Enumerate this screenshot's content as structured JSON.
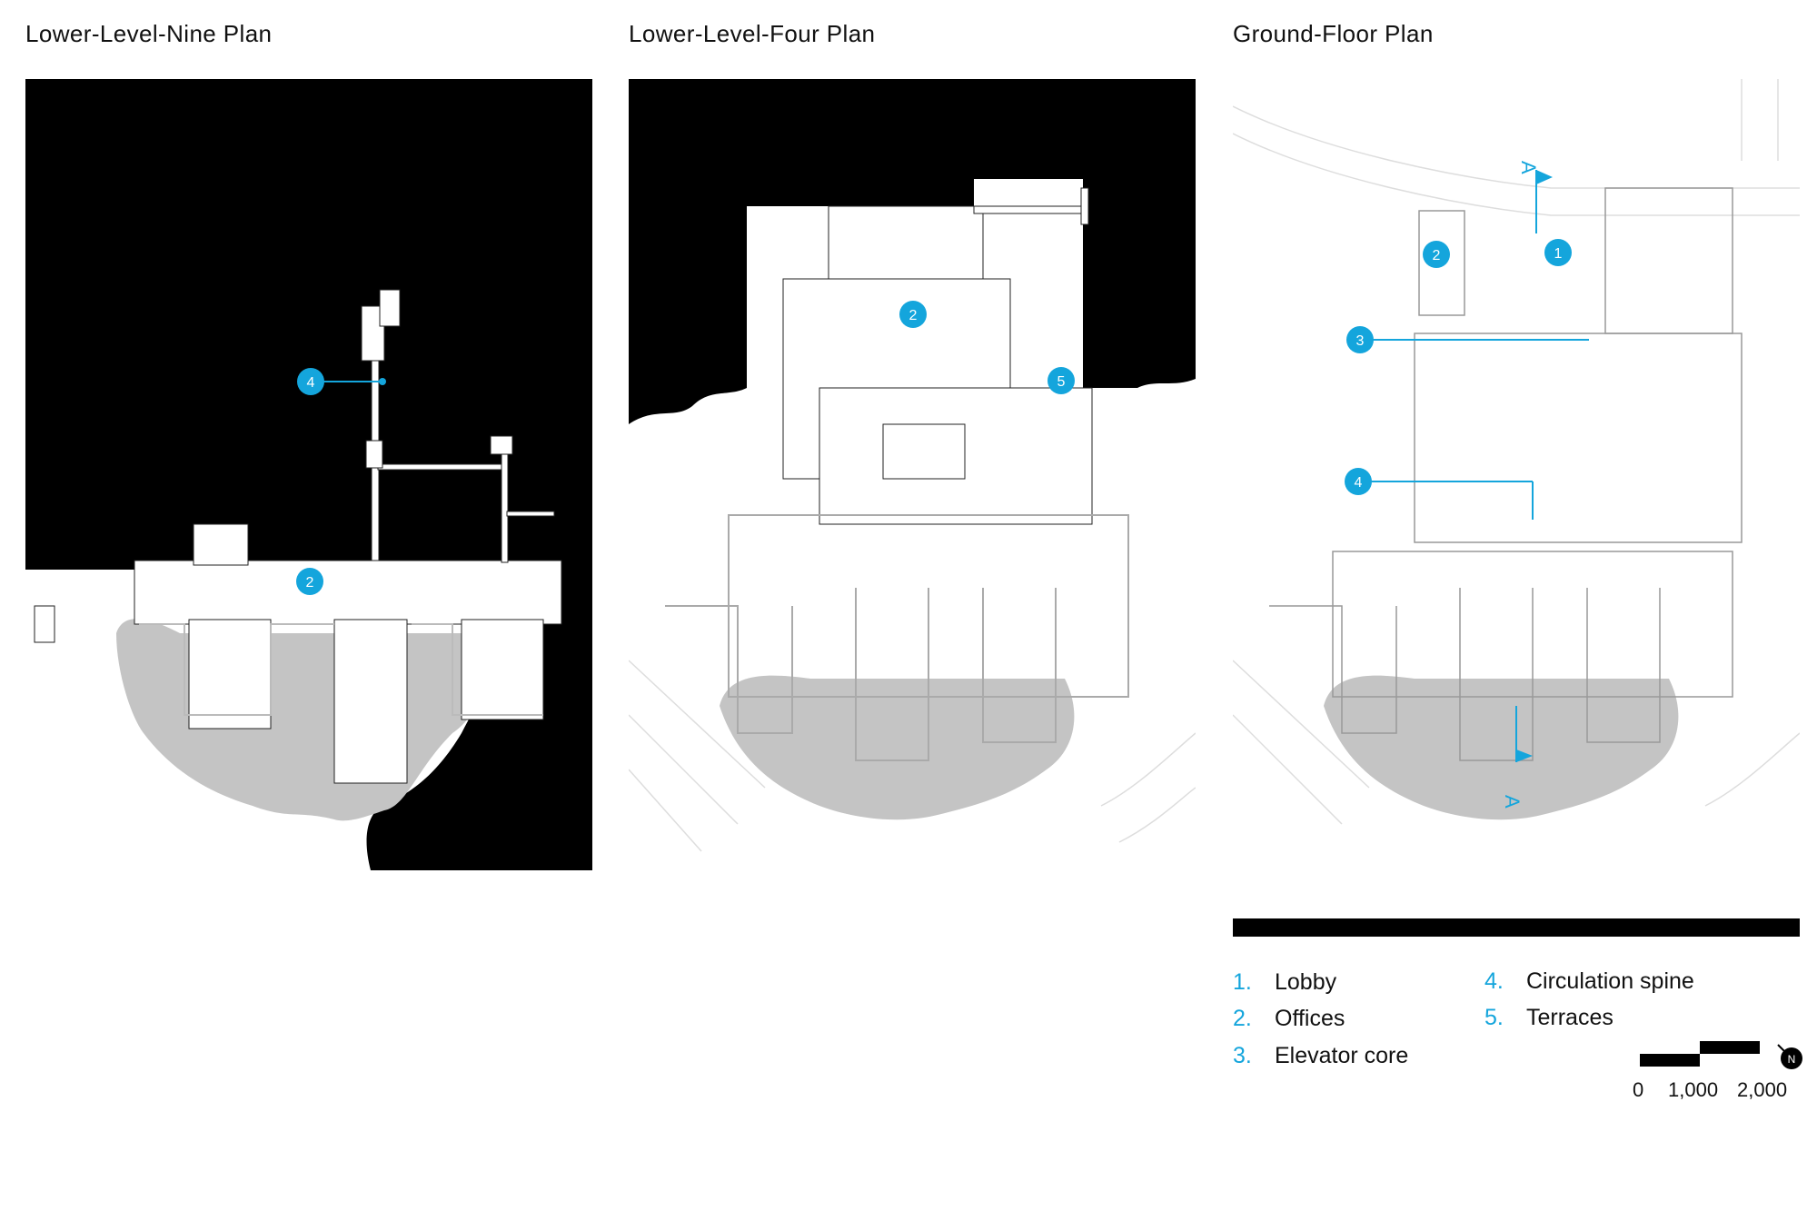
{
  "plans": [
    {
      "title": "Lower-Level-Nine Plan",
      "markers": [
        "4",
        "2"
      ]
    },
    {
      "title": "Lower-Level-Four Plan",
      "markers": [
        "2",
        "5"
      ]
    },
    {
      "title": "Ground-Floor Plan",
      "markers": [
        "1",
        "2",
        "3",
        "4"
      ],
      "section_cut": "A"
    }
  ],
  "legend": [
    {
      "num": "1.",
      "label": "Lobby"
    },
    {
      "num": "2.",
      "label": "Offices"
    },
    {
      "num": "3.",
      "label": "Elevator core"
    },
    {
      "num": "4.",
      "label": "Circulation spine"
    },
    {
      "num": "5.",
      "label": "Terraces"
    }
  ],
  "scale": {
    "labels": [
      "0",
      "1,000",
      "2,000"
    ]
  },
  "north": {
    "label": "N"
  },
  "colors": {
    "accent": "#14a5dc",
    "water": "#c4c4c4",
    "ground": "#000000"
  }
}
